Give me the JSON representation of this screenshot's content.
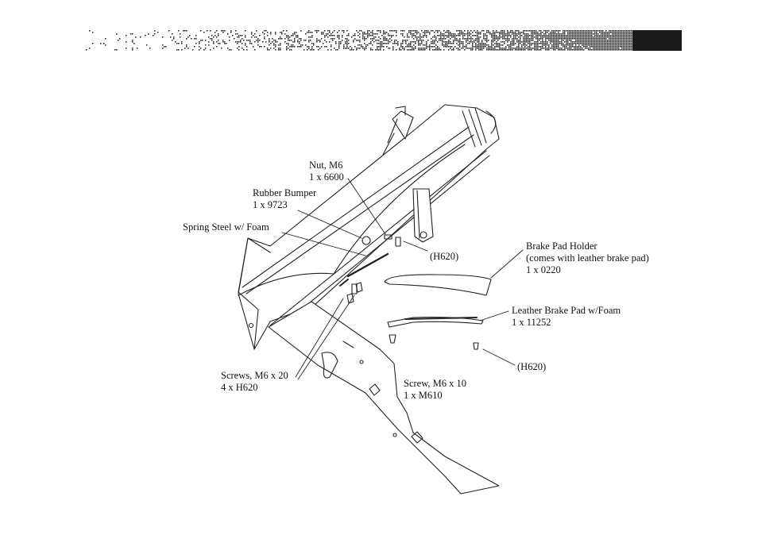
{
  "header": {
    "style": "dotted-gradient-band",
    "color": "#1a1a1a"
  },
  "labels": {
    "nut": {
      "name": "Nut, M6",
      "qty": "1 x 6600"
    },
    "rubber_bumper": {
      "name": "Rubber Bumper",
      "qty": "1 x 9723"
    },
    "spring_steel": {
      "name": "Spring Steel w/ Foam"
    },
    "h620_top": "(H620)",
    "brake_pad_holder": {
      "name": "Brake Pad Holder",
      "note": "(comes with leather brake pad)",
      "qty": "1 x 0220"
    },
    "leather_brake_pad": {
      "name": "Leather Brake Pad w/Foam",
      "qty": "1 x 11252"
    },
    "h620_bottom": "(H620)",
    "screws": {
      "name": "Screws, M6 x 20",
      "qty": "4 x H620"
    },
    "screw": {
      "name": "Screw, M6 x 10",
      "qty": "1 x M610"
    }
  }
}
